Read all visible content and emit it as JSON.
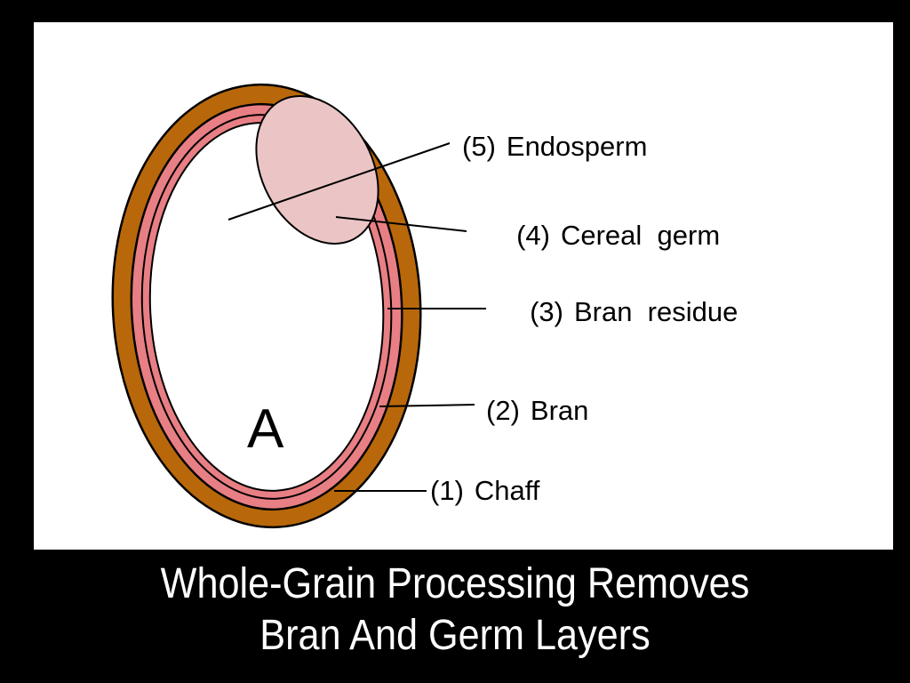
{
  "diagram": {
    "title_caption": [
      "Whole-Grain Processing Removes",
      "Bran And Germ Layers"
    ],
    "figure_letter": "A",
    "labels": [
      {
        "number": "(5)",
        "text": "Endosperm"
      },
      {
        "number": "(4)",
        "text": "Cereal  germ"
      },
      {
        "number": "(3)",
        "text": "Bran  residue"
      },
      {
        "number": "(2)",
        "text": "Bran"
      },
      {
        "number": "(1)",
        "text": "Chaff"
      }
    ],
    "colors": {
      "background": "#000000",
      "panel": "#FFFFFF",
      "chaff": "#B8680A",
      "bran": "#E87F84",
      "germ": "#EBC5C5",
      "endosperm": "#FFFFFF",
      "outline": "#000000",
      "caption_text": "#FFFFFF"
    }
  }
}
